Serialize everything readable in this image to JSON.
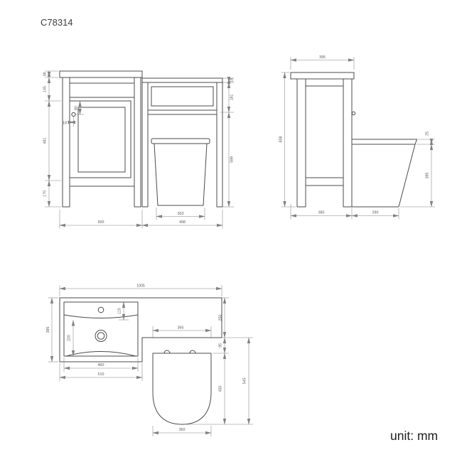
{
  "title": "C78314",
  "unit_label": "unit: mm",
  "views": {
    "front": {
      "left": {
        "counter_thickness": "38",
        "drawer_section": "145",
        "door_height": "481",
        "plinth_height": "170"
      },
      "handle": {
        "vertical_offset": "80",
        "horizontal_offset": "18"
      },
      "right": {
        "top_thickness": "18",
        "panel_height": "181",
        "lower_height": "599"
      },
      "bottom": {
        "toilet_base_width": "303",
        "vanity_width": "500",
        "wc_unit_width": "498"
      }
    },
    "side": {
      "top_depth": "395",
      "overall_height": "838",
      "seat_thickness": "25",
      "seat_height": "395",
      "cabinet_depth": "385",
      "pan_projection": "290"
    },
    "plan": {
      "overall_width": "1005",
      "basin_depth": "395",
      "faucet_offset": "115",
      "bowl_depth": "220",
      "bowl_width": "460",
      "basin_width": "510",
      "counter_depth": "250",
      "seat_setback": "95",
      "seat_width_top": "365",
      "seat_length": "450",
      "pan_length": "545",
      "seat_width_bottom": "360"
    }
  }
}
